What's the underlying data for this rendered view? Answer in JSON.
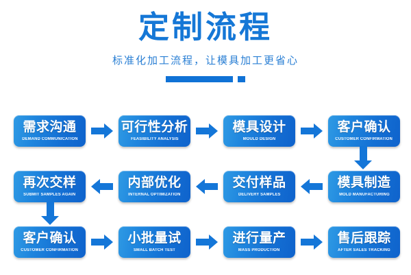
{
  "header": {
    "title": "定制流程",
    "subtitle": "标准化加工流程，让模具加工更省心",
    "accent_color": "#1577d6"
  },
  "flow": {
    "rows": [
      {
        "direction": "right",
        "steps": [
          {
            "cn": "需求沟通",
            "en": "DEMAND COMMUNICATION"
          },
          {
            "cn": "可行性分析",
            "en": "FEASIBILITY ANALYSIS"
          },
          {
            "cn": "模具设计",
            "en": "MOULD DESIGN"
          },
          {
            "cn": "客户确认",
            "en": "CUSTOMER CONFIRMATION"
          }
        ]
      },
      {
        "direction": "left",
        "steps": [
          {
            "cn": "再次交样",
            "en": "SUBMIT SAMPLES AGAIN"
          },
          {
            "cn": "内部优化",
            "en": "INTERNAL OPTIMIZATION"
          },
          {
            "cn": "交付样品",
            "en": "DELIVERY SAMPLES"
          },
          {
            "cn": "模具制造",
            "en": "MOLD MANUFACTURING"
          }
        ]
      },
      {
        "direction": "right",
        "steps": [
          {
            "cn": "客户确认",
            "en": "CUSTOMER CONFIRMATION"
          },
          {
            "cn": "小批量试",
            "en": "SMALL BATCH TEST"
          },
          {
            "cn": "进行量产",
            "en": "MASS PRODUCTION"
          },
          {
            "cn": "售后跟踪",
            "en": "AFTER SALES TRACKING"
          }
        ]
      }
    ],
    "box_color": "#1470d4",
    "arrow_color": "#1476d8"
  }
}
